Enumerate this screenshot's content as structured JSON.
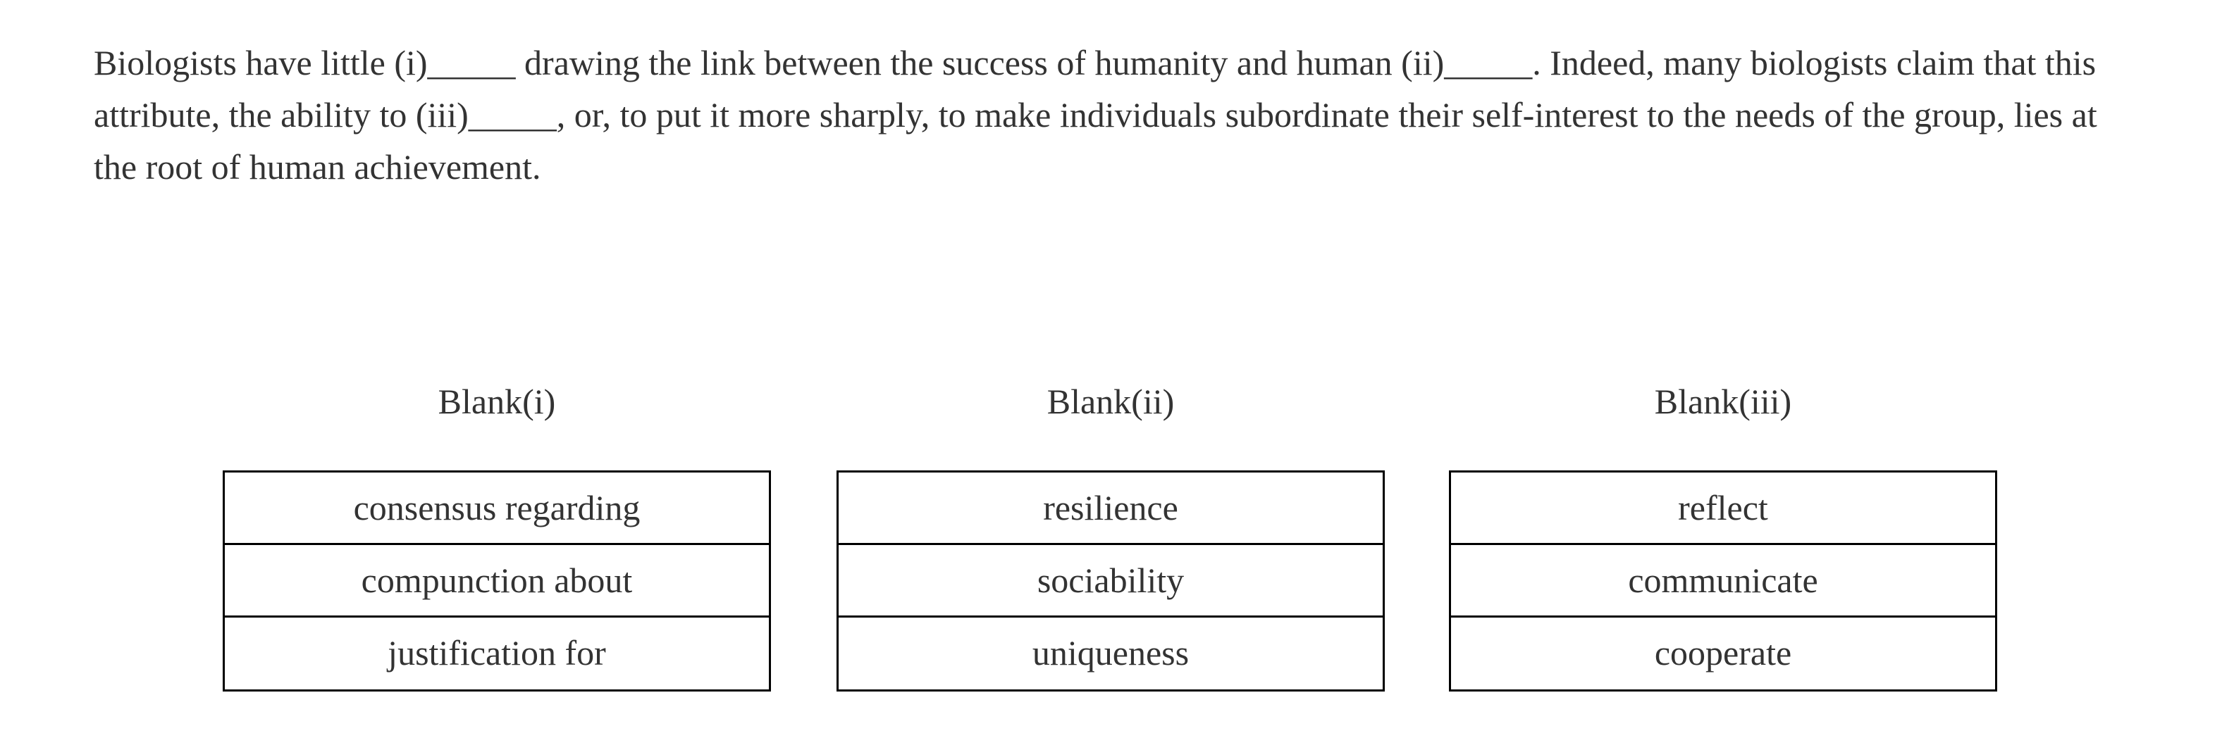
{
  "passage": {
    "text": "Biologists have little (i)_____ drawing the link between the success of humanity and human (ii)_____. Indeed, many biologists claim that this attribute, the ability to (iii)_____, or, to put it more sharply, to make individuals subordinate their self-interest to the needs of the group, lies at the root of human achievement."
  },
  "blanks": [
    {
      "title": "Blank(i)",
      "options": [
        "consensus regarding",
        "compunction about",
        "justification for"
      ]
    },
    {
      "title": "Blank(ii)",
      "options": [
        "resilience",
        "sociability",
        "uniqueness"
      ]
    },
    {
      "title": "Blank(iii)",
      "options": [
        "reflect",
        "communicate",
        "cooperate"
      ]
    }
  ],
  "colors": {
    "text": "#333333",
    "border": "#000000",
    "background": "#ffffff"
  }
}
